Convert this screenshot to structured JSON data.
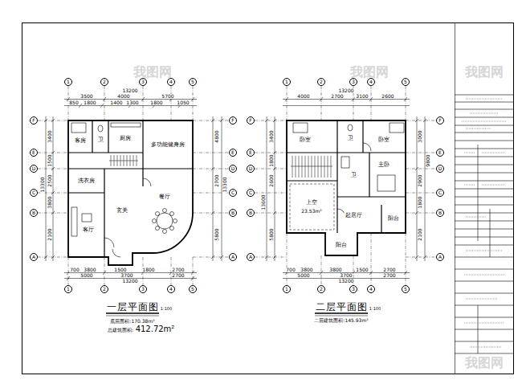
{
  "diagram": {
    "nodes": [
      {
        "text": [
          "1"
        ]
      },
      {
        "text": [
          "2"
        ]
      },
      {
        "text": [
          "3"
        ]
      },
      {
        "text": [
          "4"
        ]
      },
      {
        "text": [
          "5"
        ]
      },
      {
        "text": [
          "F"
        ]
      },
      {
        "text": [
          "E"
        ]
      },
      {
        "text": [
          "D"
        ]
      },
      {
        "text": [
          "C"
        ]
      },
      {
        "text": [
          "B"
        ]
      },
      {
        "text": [
          "A"
        ]
      },
      {
        "text": [
          "F"
        ]
      },
      {
        "text": [
          "E"
        ]
      },
      {
        "text": [
          "D"
        ]
      },
      {
        "text": [
          "C"
        ]
      },
      {
        "text": [
          "B"
        ]
      },
      {
        "text": [
          "A"
        ]
      },
      {
        "text": [
          "1"
        ]
      },
      {
        "text": [
          "2"
        ]
      },
      {
        "text": [
          "3"
        ]
      },
      {
        "text": [
          "4"
        ]
      },
      {
        "text": [
          "5"
        ]
      },
      {
        "text": [
          "1"
        ]
      },
      {
        "text": [
          "2"
        ]
      },
      {
        "text": [
          "3"
        ]
      },
      {
        "text": [
          "4"
        ]
      },
      {
        "text": [
          "5"
        ]
      },
      {
        "text": [
          "F"
        ]
      },
      {
        "text": [
          "E"
        ]
      },
      {
        "text": [
          "D"
        ]
      },
      {
        "text": [
          "C"
        ]
      },
      {
        "text": [
          "B"
        ]
      },
      {
        "text": [
          "A"
        ]
      },
      {
        "text": [
          "F"
        ]
      },
      {
        "text": [
          "E"
        ]
      },
      {
        "text": [
          "D"
        ]
      },
      {
        "text": [
          "C"
        ]
      },
      {
        "text": [
          "B"
        ]
      },
      {
        "text": [
          "A"
        ]
      },
      {
        "text": [
          "1"
        ]
      },
      {
        "text": [
          "2"
        ]
      },
      {
        "text": [
          "3"
        ]
      },
      {
        "text": [
          "4"
        ]
      },
      {
        "text": [
          "5"
        ]
      }
    ],
    "labels": [
      "13200",
      "3500",
      "4000",
      "5700",
      "850",
      "1800",
      "1400",
      "1300",
      "1800",
      "1050",
      "3400",
      "1500",
      "2500",
      "3800",
      "2100",
      "13300",
      "4800",
      "2700",
      "5800",
      "13300",
      "700",
      "3800",
      "1500",
      "1800",
      "2700",
      "5000",
      "3700",
      "2700",
      "13200",
      "客房",
      "卫",
      "厨房",
      "多功能健身房",
      "洗衣房",
      "客厅",
      "玄关",
      "餐厅",
      "一层平面图",
      "1:100",
      "底层面积:170.38m²",
      "总建筑面积:",
      "412.72m²",
      "13200",
      "4000",
      "2700",
      "3100",
      "2600",
      "3400",
      "1800",
      "2600",
      "5800",
      "13600",
      "3000",
      "2900",
      "1800",
      "2100",
      "9800",
      "700",
      "3800",
      "3800",
      "1500",
      "2700",
      "5000",
      "3700",
      "2700",
      "13200",
      "卧室",
      "卫",
      "卧室",
      "卫",
      "主卧",
      "上空",
      "23.53m²",
      "起居厅",
      "阳台",
      "阳台",
      "二层平面图",
      "1:100",
      "二层建筑面积:145.93m²",
      "我图网",
      "我图网",
      "我图网",
      "我图网"
    ]
  }
}
